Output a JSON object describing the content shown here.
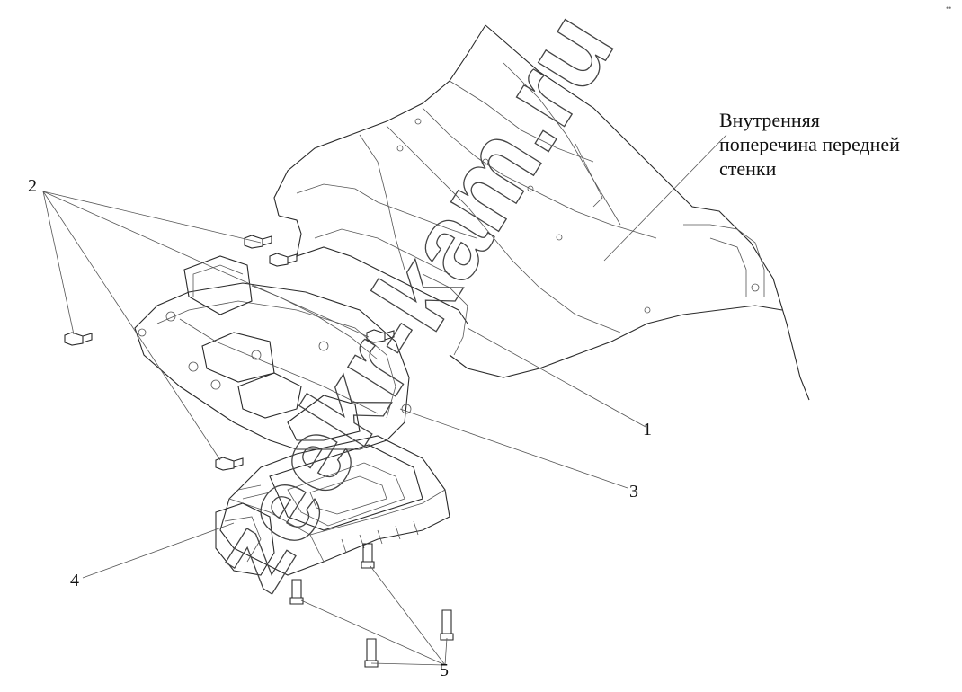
{
  "diagram": {
    "callouts": {
      "c1": "1",
      "c2": "2",
      "c3": "3",
      "c4": "4",
      "c5": "5"
    },
    "annotation": "Внутренняя\nпоперечина передней\nстенки",
    "watermark": "zeekr-kam.ru",
    "corner_mark": "••"
  }
}
